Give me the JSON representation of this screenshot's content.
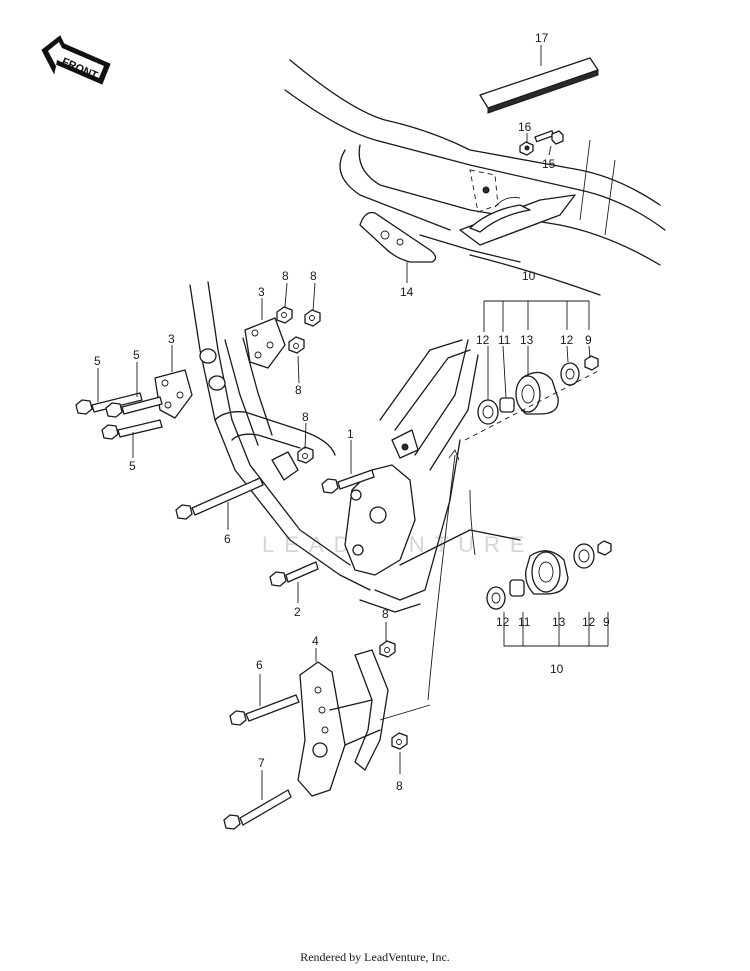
{
  "front_badge": {
    "label": "FRONT"
  },
  "watermark": {
    "text": "LEADVENTURE"
  },
  "callouts": [
    {
      "id": "c17",
      "label": "17"
    },
    {
      "id": "c16",
      "label": "16"
    },
    {
      "id": "c15",
      "label": "15"
    },
    {
      "id": "c14",
      "label": "14"
    },
    {
      "id": "c10a",
      "label": "10"
    },
    {
      "id": "c12a",
      "label": "12"
    },
    {
      "id": "c11a",
      "label": "11"
    },
    {
      "id": "c13a",
      "label": "13"
    },
    {
      "id": "c12b",
      "label": "12"
    },
    {
      "id": "c9a",
      "label": "9"
    },
    {
      "id": "c3a",
      "label": "3"
    },
    {
      "id": "c3b",
      "label": "3"
    },
    {
      "id": "c8a",
      "label": "8"
    },
    {
      "id": "c8b",
      "label": "8"
    },
    {
      "id": "c8c",
      "label": "8"
    },
    {
      "id": "c8d",
      "label": "8"
    },
    {
      "id": "c5a",
      "label": "5"
    },
    {
      "id": "c5b",
      "label": "5"
    },
    {
      "id": "c5c",
      "label": "5"
    },
    {
      "id": "c1",
      "label": "1"
    },
    {
      "id": "c6a",
      "label": "6"
    },
    {
      "id": "c2",
      "label": "2"
    },
    {
      "id": "c12c",
      "label": "12"
    },
    {
      "id": "c11b",
      "label": "11"
    },
    {
      "id": "c13b",
      "label": "13"
    },
    {
      "id": "c12d",
      "label": "12"
    },
    {
      "id": "c9b",
      "label": "9"
    },
    {
      "id": "c10b",
      "label": "10"
    },
    {
      "id": "c4",
      "label": "4"
    },
    {
      "id": "c8e",
      "label": "8"
    },
    {
      "id": "c6b",
      "label": "6"
    },
    {
      "id": "c7",
      "label": "7"
    },
    {
      "id": "c8f",
      "label": "8"
    }
  ],
  "footer": {
    "credit": "Rendered by LeadVenture, Inc."
  }
}
